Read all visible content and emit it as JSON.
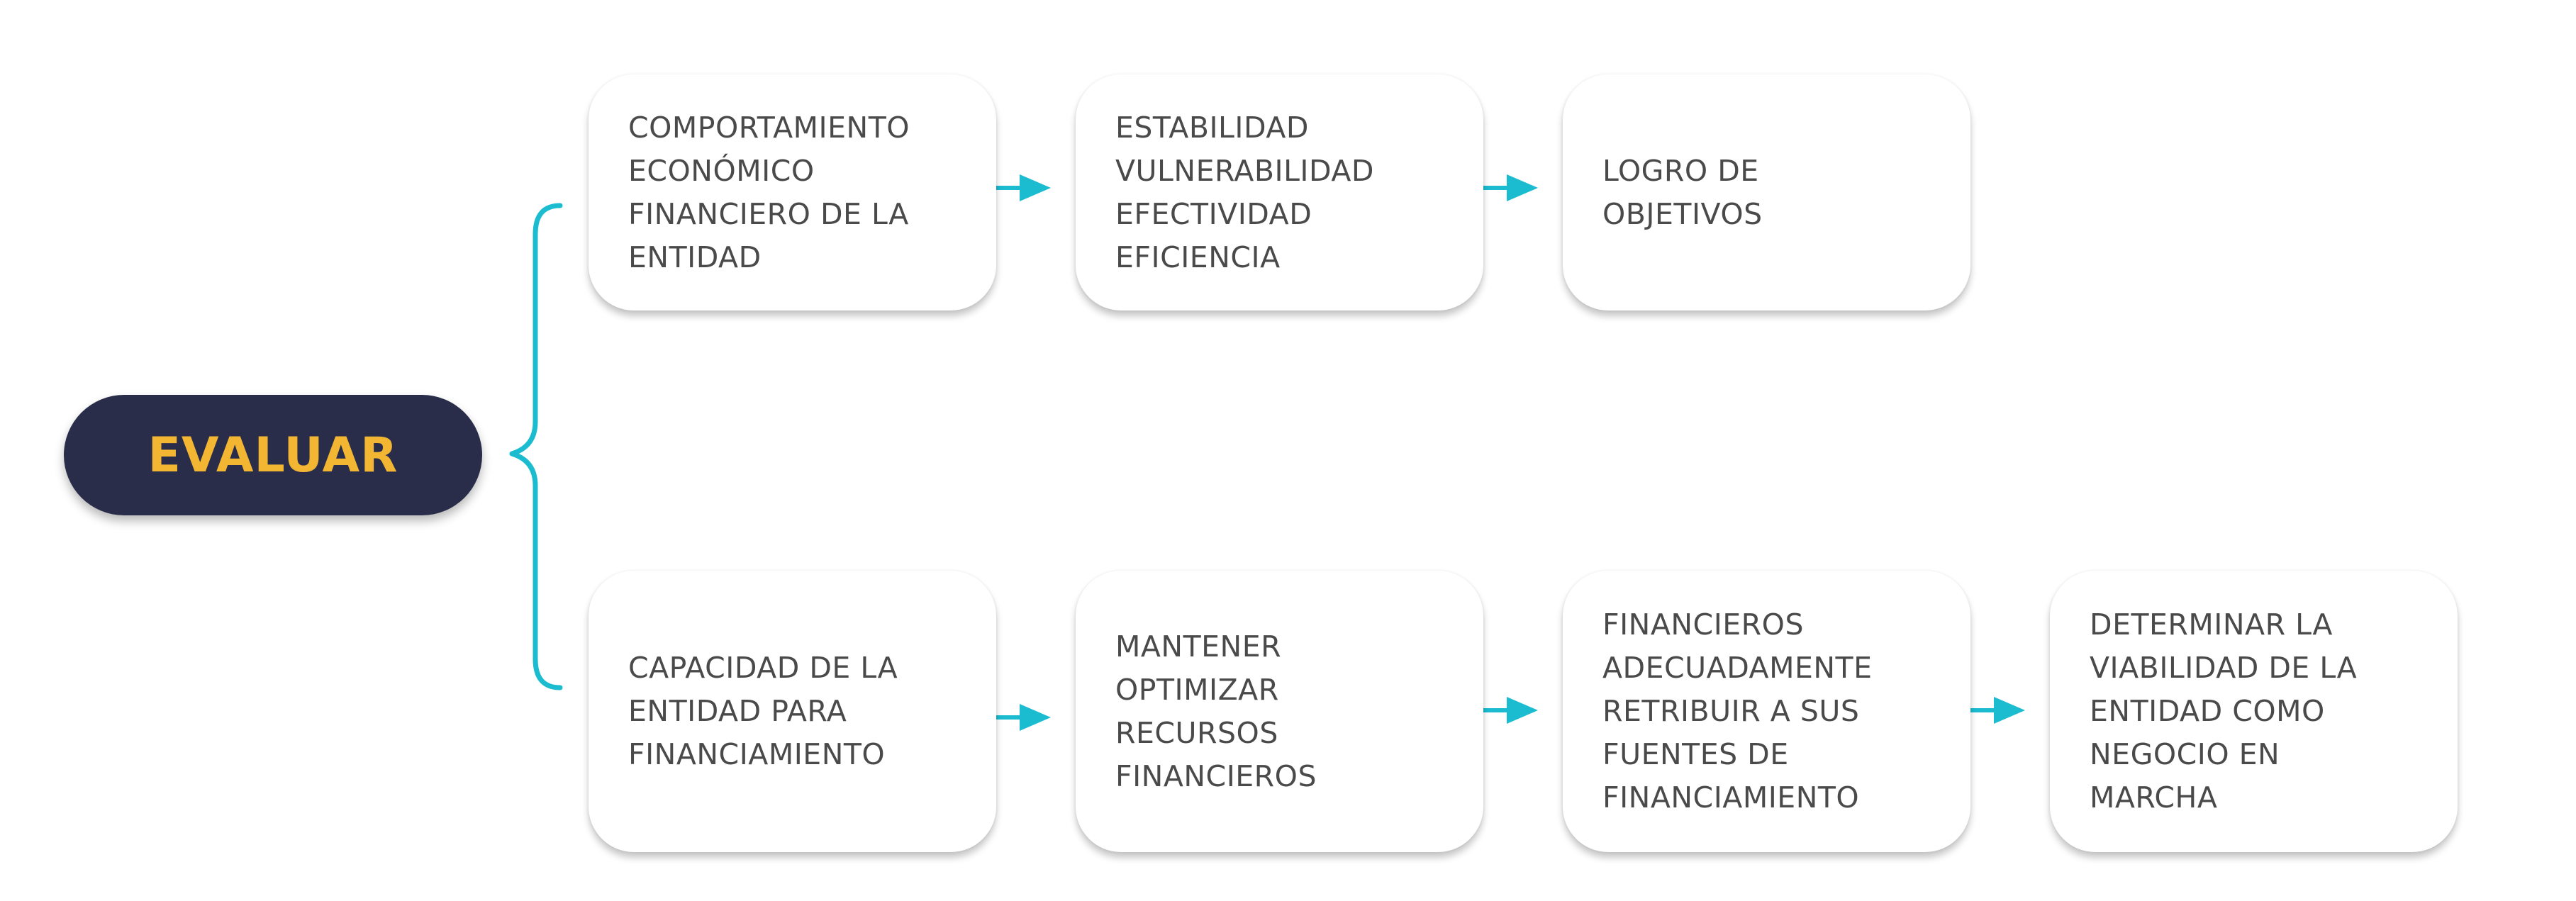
{
  "central": {
    "label": "EVALUAR"
  },
  "branches": [
    {
      "steps": [
        "COMPORTAMIENTO\nECONÓMICO\nFINANCIERO DE LA\nENTIDAD",
        "ESTABILIDAD\nVULNERABILIDAD\nEFECTIVIDAD\nEFICIENCIA",
        "LOGRO DE\nOBJETIVOS"
      ]
    },
    {
      "steps": [
        "CAPACIDAD DE LA\nENTIDAD PARA\nFINANCIAMIENTO",
        "MANTENER\nOPTIMIZAR\nRECURSOS\nFINANCIEROS",
        "FINANCIEROS\nADECUADAMENTE\nRETRIBUIR A SUS\nFUENTES DE\nFINANCIAMIENTO",
        "DETERMINAR LA\nVIABILIDAD DE LA\nENTIDAD COMO\nNEGOCIO EN\nMARCHA"
      ]
    }
  ],
  "colors": {
    "connector": "#1bbcd0",
    "pill_background": "#2a2d4a",
    "pill_text": "#f2b632",
    "box_text": "#4a4a4a"
  }
}
